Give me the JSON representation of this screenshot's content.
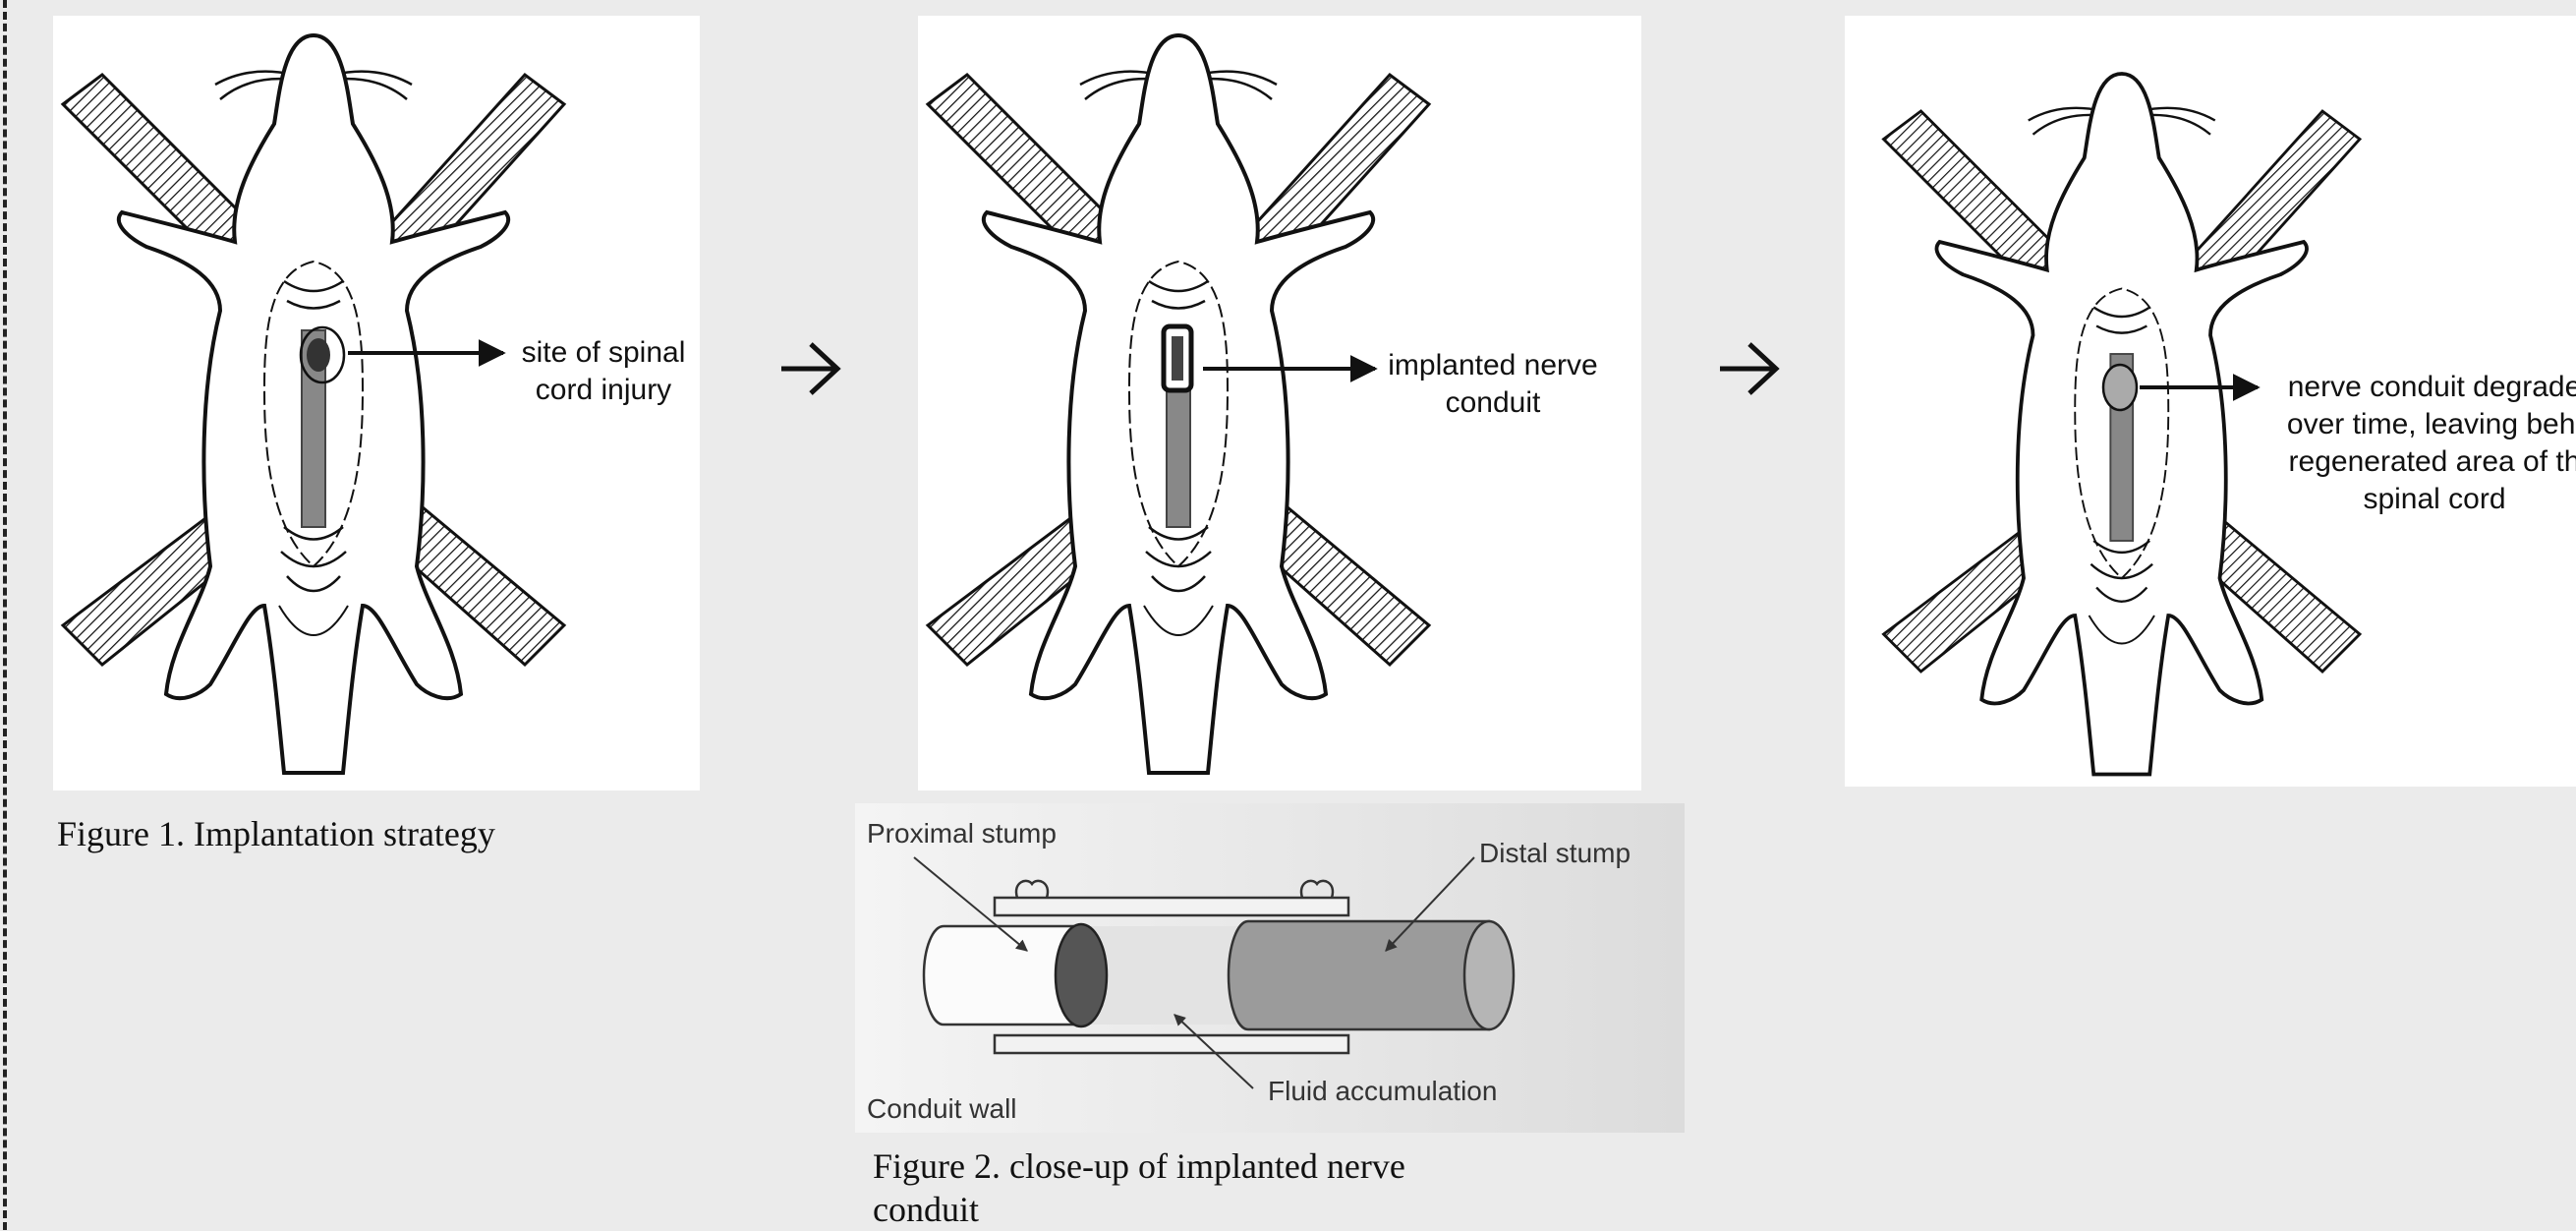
{
  "panels": [
    {
      "label_lines": [
        "site of  spinal",
        "cord injury"
      ]
    },
    {
      "label_lines": [
        "implanted nerve",
        "conduit"
      ]
    },
    {
      "label_lines": [
        "nerve conduit degrade",
        "over time, leaving behi",
        "regenerated area of th",
        "spinal cord"
      ]
    }
  ],
  "captions": {
    "figure1": "Figure 1. Implantation strategy",
    "figure2_line1": "Figure 2. close-up of implanted nerve",
    "figure2_line2": "conduit"
  },
  "conduit_figure": {
    "proximal": "Proximal stump",
    "distal": "Distal stump",
    "wall": "Conduit wall",
    "fluid": "Fluid accumulation"
  }
}
